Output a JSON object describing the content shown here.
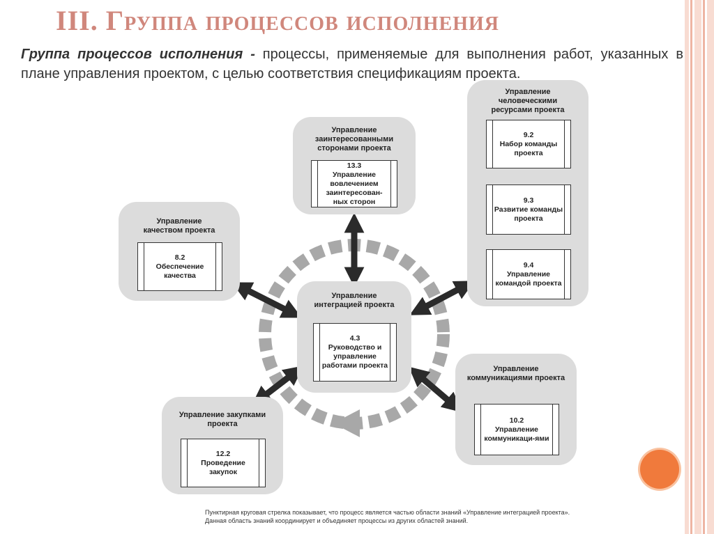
{
  "slide": {
    "title": "III. Группа процессов исполнения",
    "intro_bold": "Группа процессов исполнения -",
    "intro_text": " процессы, применяемые для выполнения работ, указанных в плане управления проектом, с целью соответствия спецификациям проекта."
  },
  "areas": {
    "stakeholders": {
      "title": "Управление заинтересованными сторонами проекта",
      "processes": [
        {
          "number": "13.3",
          "name": "Управление вовлечением заинтересован-ных сторон"
        }
      ]
    },
    "hr": {
      "title": "Управление человеческими ресурсами проекта",
      "processes": [
        {
          "number": "9.2",
          "name": "Набор команды проекта"
        },
        {
          "number": "9.3",
          "name": "Развитие команды проекта"
        },
        {
          "number": "9.4",
          "name": "Управление командой проекта"
        }
      ]
    },
    "quality": {
      "title": "Управление качеством проекта",
      "processes": [
        {
          "number": "8.2",
          "name": "Обеспечение качества"
        }
      ]
    },
    "integration": {
      "title": "Управление интеграцией проекта",
      "processes": [
        {
          "number": "4.3",
          "name": "Руководство и управление работами проекта"
        }
      ]
    },
    "communications": {
      "title": "Управление коммуникациями проекта",
      "processes": [
        {
          "number": "10.2",
          "name": "Управление коммуникаци-ями"
        }
      ]
    },
    "procurement": {
      "title": "Управление закупками проекта",
      "processes": [
        {
          "number": "12.2",
          "name": "Проведение закупок"
        }
      ]
    }
  },
  "footnote": {
    "line1": "Пунктирная круговая стрелка показывает, что процесс является частью области знаний «Управление интеграцией проекта».",
    "line2": "Данная область знаний координирует и объединяет процессы из других областей знаний."
  },
  "colors": {
    "title": "#d0877c",
    "area_bg": "#dcdcdc",
    "arrow": "#2b2b2b",
    "dashed_circle": "#a8a8a8",
    "stripe_light": "#f8dcd2",
    "stripe_dark": "#eeb5a3",
    "orange_circle": "#f07a3c"
  }
}
